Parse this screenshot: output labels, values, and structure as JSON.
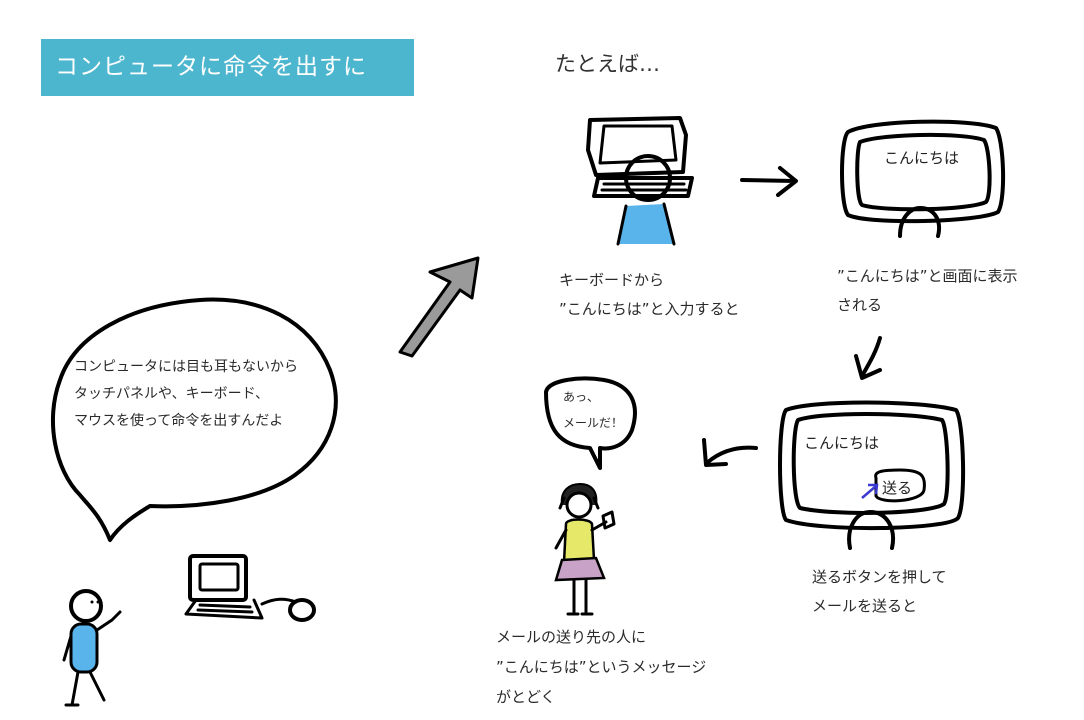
{
  "title": "コンピュータに命令を出すには？",
  "heading": "たとえば…",
  "speech_main": [
    "コンピュータには目も耳もないから",
    "タッチパネルや、キーボード、",
    "マウスを使って命令を出すんだよ"
  ],
  "step1_caption": [
    "キーボードから",
    "”こんにちは”と入力すると"
  ],
  "step2_screen_text": "こんにちは",
  "step2_caption": [
    "”こんにちは”と画面に表示",
    "される"
  ],
  "step3_screen_text": "こんにちは",
  "step3_button": "送る",
  "step3_caption": [
    "送るボタンを押して",
    "メールを送ると"
  ],
  "step4_speech": [
    "あっ、",
    "メールだ！"
  ],
  "step4_caption": [
    "メールの送り先の人に",
    "”こんにちは”というメッセージ",
    "がとどく"
  ],
  "colors": {
    "title_bg": "#4db6cf",
    "shirt_blue": "#5ab4ec",
    "dress_yellow": "#e6e86a",
    "skirt_pink": "#c9a3c7",
    "big_arrow": "#9a9a9a"
  }
}
